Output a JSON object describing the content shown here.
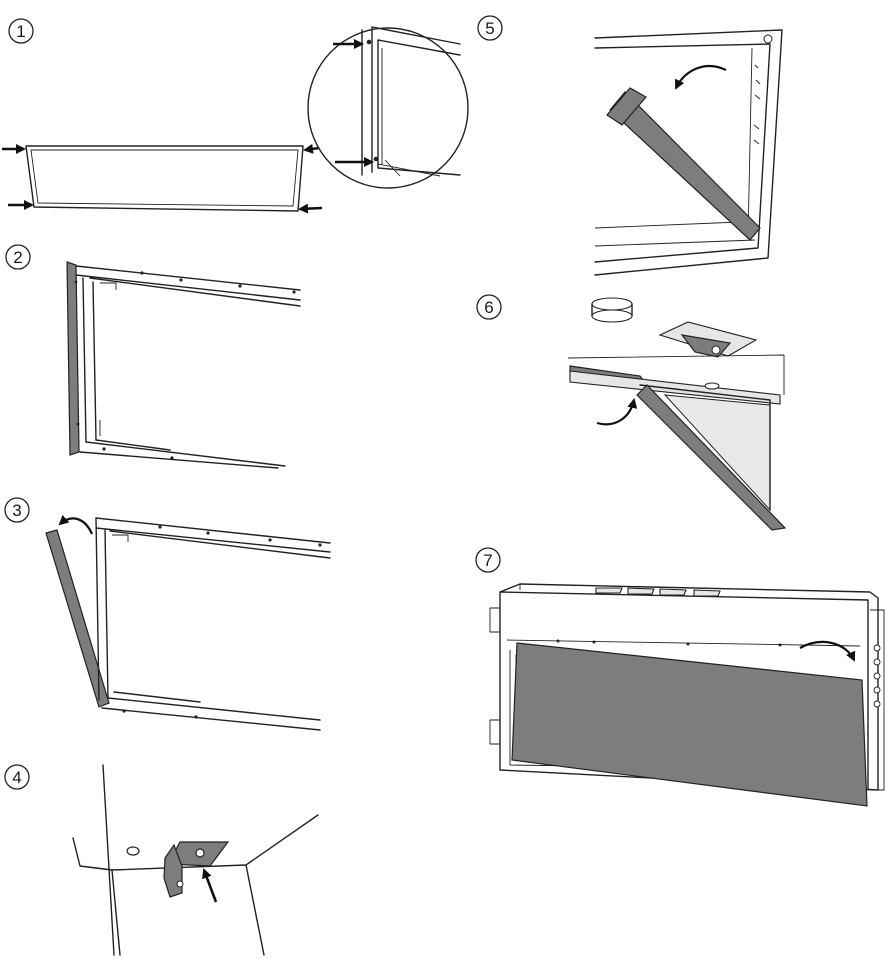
{
  "title": "",
  "steps": [
    {
      "number": "1",
      "description": ""
    },
    {
      "number": "2",
      "description": ""
    },
    {
      "number": "3",
      "description": ""
    },
    {
      "number": "4",
      "description": ""
    },
    {
      "number": "5",
      "description": ""
    },
    {
      "number": "6",
      "description": ""
    },
    {
      "number": "7",
      "description": ""
    }
  ],
  "colors": {
    "line": "#222222",
    "panel_grey": "#7d7d7d",
    "light_fill": "#e6e6e6"
  }
}
